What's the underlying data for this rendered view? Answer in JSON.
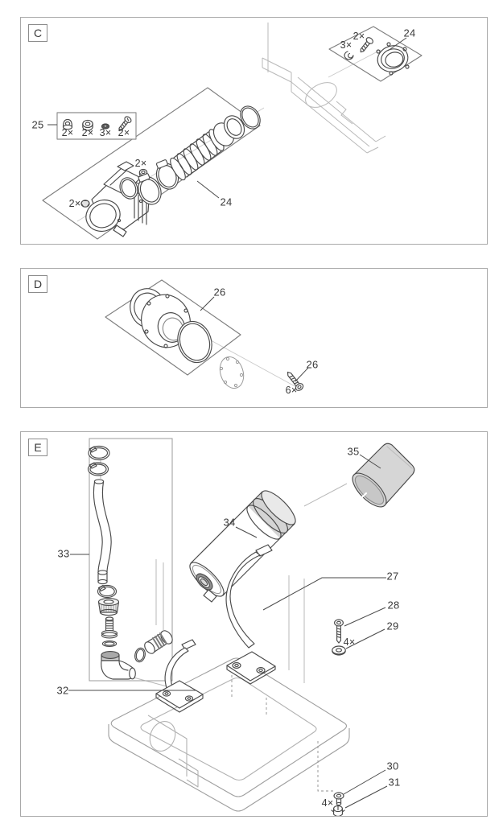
{
  "figure": {
    "type": "exploded-parts-diagram",
    "description_visible_text_only": true
  },
  "colors": {
    "background": "#ffffff",
    "line_dark": "#4a4a4a",
    "line_light": "#b9b9b9",
    "panel_border": "#a9a9a9",
    "cap_fill_gray": "#d6d6d6",
    "band_fill_gray": "#d4d4d4",
    "text": "#3a3a3a"
  },
  "panels": [
    {
      "id": "C",
      "label": "C",
      "callouts": [
        {
          "name": "part-24-inlet-flange",
          "text": "24"
        },
        {
          "name": "qty-screws-top",
          "text": "2×"
        },
        {
          "name": "qty-clips-top",
          "text": "3×"
        },
        {
          "name": "part-25-fastener-kit",
          "text": "25"
        },
        {
          "name": "qty-cap-nuts",
          "text": "2×"
        },
        {
          "name": "qty-nuts",
          "text": "2×"
        },
        {
          "name": "qty-washers",
          "text": "3×"
        },
        {
          "name": "qty-kit-screws",
          "text": "2×"
        },
        {
          "name": "qty-clamp-nuts",
          "text": "2×"
        },
        {
          "name": "qty-plugs",
          "text": "2×"
        },
        {
          "name": "part-24-pump-assembly",
          "text": "24"
        }
      ]
    },
    {
      "id": "D",
      "label": "D",
      "callouts": [
        {
          "name": "part-26-flange-assembly",
          "text": "26"
        },
        {
          "name": "part-26-screw",
          "text": "26"
        },
        {
          "name": "qty-flange-screws",
          "text": "6×"
        }
      ]
    },
    {
      "id": "E",
      "label": "E",
      "callouts": [
        {
          "name": "part-35-end-cap",
          "text": "35"
        },
        {
          "name": "part-34-housing",
          "text": "34"
        },
        {
          "name": "part-33-hose-assembly",
          "text": "33"
        },
        {
          "name": "part-27-saddle-clamp",
          "text": "27"
        },
        {
          "name": "part-28-screw",
          "text": "28"
        },
        {
          "name": "qty-clamp-screws",
          "text": "4×"
        },
        {
          "name": "part-29-washer",
          "text": "29"
        },
        {
          "name": "part-30-washer",
          "text": "30"
        },
        {
          "name": "part-31-foot",
          "text": "31"
        },
        {
          "name": "qty-feet",
          "text": "4×"
        },
        {
          "name": "part-32-saddle-clamp-b",
          "text": "32"
        }
      ]
    }
  ]
}
